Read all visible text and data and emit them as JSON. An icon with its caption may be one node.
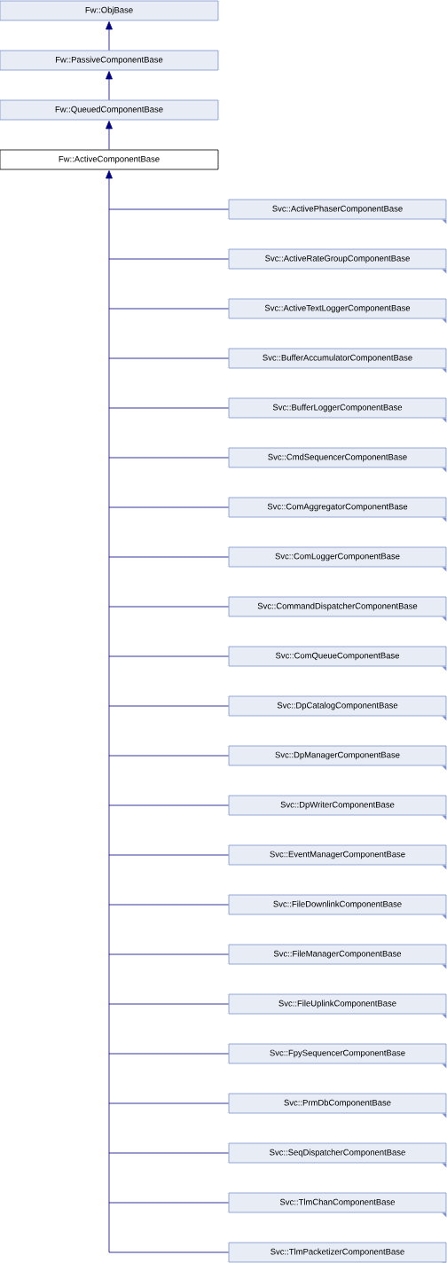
{
  "diagram": {
    "nodes": [
      {
        "text": [
          "Fw::ObjBase"
        ]
      },
      {
        "text": [
          "Fw::PassiveComponentBase"
        ]
      },
      {
        "text": [
          "Fw::QueuedComponentBase"
        ]
      },
      {
        "text": [
          "Fw::ActiveComponentBase"
        ]
      },
      {
        "text": [
          "Svc::ActivePhaserComponentBase"
        ]
      },
      {
        "text": [
          "Svc::ActiveRateGroupComponentBase"
        ]
      },
      {
        "text": [
          "Svc::ActiveTextLoggerComponentBase"
        ]
      },
      {
        "text": [
          "Svc::BufferAccumulatorComponentBase"
        ]
      },
      {
        "text": [
          "Svc::BufferLoggerComponentBase"
        ]
      },
      {
        "text": [
          "Svc::CmdSequencerComponentBase"
        ]
      },
      {
        "text": [
          "Svc::ComAggregatorComponentBase"
        ]
      },
      {
        "text": [
          "Svc::ComLoggerComponentBase"
        ]
      },
      {
        "text": [
          "Svc::CommandDispatcherComponentBase"
        ]
      },
      {
        "text": [
          "Svc::ComQueueComponentBase"
        ]
      },
      {
        "text": [
          "Svc::DpCatalogComponentBase"
        ]
      },
      {
        "text": [
          "Svc::DpManagerComponentBase"
        ]
      },
      {
        "text": [
          "Svc::DpWriterComponentBase"
        ]
      },
      {
        "text": [
          "Svc::EventManagerComponentBase"
        ]
      },
      {
        "text": [
          "Svc::FileDownlinkComponentBase"
        ]
      },
      {
        "text": [
          "Svc::FileManagerComponentBase"
        ]
      },
      {
        "text": [
          "Svc::FileUplinkComponentBase"
        ]
      },
      {
        "text": [
          "Svc::FpySequencerComponentBase"
        ]
      },
      {
        "text": [
          "Svc::PrmDbComponentBase"
        ]
      },
      {
        "text": [
          "Svc::SeqDispatcherComponentBase"
        ]
      },
      {
        "text": [
          "Svc::TlmChanComponentBase"
        ]
      },
      {
        "text": [
          "Svc::TlmPacketizerComponentBase"
        ]
      }
    ],
    "edges": [
      {
        "from": 1,
        "to": 0,
        "arrow": "to"
      },
      {
        "from": 2,
        "to": 1,
        "arrow": "to"
      },
      {
        "from": 3,
        "to": 2,
        "arrow": "to"
      },
      {
        "from": 4,
        "to": 3,
        "arrow": "to"
      },
      {
        "from": 5,
        "to": 3,
        "arrow": "to"
      },
      {
        "from": 6,
        "to": 3,
        "arrow": "to"
      },
      {
        "from": 7,
        "to": 3,
        "arrow": "to"
      },
      {
        "from": 8,
        "to": 3,
        "arrow": "to"
      },
      {
        "from": 9,
        "to": 3,
        "arrow": "to"
      },
      {
        "from": 10,
        "to": 3,
        "arrow": "to"
      },
      {
        "from": 11,
        "to": 3,
        "arrow": "to"
      },
      {
        "from": 12,
        "to": 3,
        "arrow": "to"
      },
      {
        "from": 13,
        "to": 3,
        "arrow": "to"
      },
      {
        "from": 14,
        "to": 3,
        "arrow": "to"
      },
      {
        "from": 15,
        "to": 3,
        "arrow": "to"
      },
      {
        "from": 16,
        "to": 3,
        "arrow": "to"
      },
      {
        "from": 17,
        "to": 3,
        "arrow": "to"
      },
      {
        "from": 18,
        "to": 3,
        "arrow": "to"
      },
      {
        "from": 19,
        "to": 3,
        "arrow": "to"
      },
      {
        "from": 20,
        "to": 3,
        "arrow": "to"
      },
      {
        "from": 21,
        "to": 3,
        "arrow": "to"
      },
      {
        "from": 22,
        "to": 3,
        "arrow": "to"
      },
      {
        "from": 23,
        "to": 3,
        "arrow": "to"
      },
      {
        "from": 24,
        "to": 3,
        "arrow": "to"
      },
      {
        "from": 25,
        "to": 3,
        "arrow": "to"
      }
    ]
  }
}
